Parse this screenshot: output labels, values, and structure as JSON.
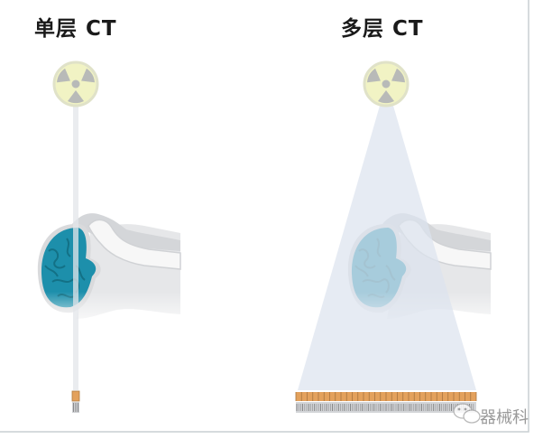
{
  "panels": [
    {
      "title": "单层 CT",
      "type": "single-slice",
      "detector_rows": 1
    },
    {
      "title": "多层 CT",
      "type": "multi-slice",
      "detector_rows": 32
    }
  ],
  "watermark": "器械科",
  "colors": {
    "brain": "#1d8fab",
    "beam": "#dde3ee",
    "detector": "#e3a15c",
    "source": "#f1f3c4"
  }
}
